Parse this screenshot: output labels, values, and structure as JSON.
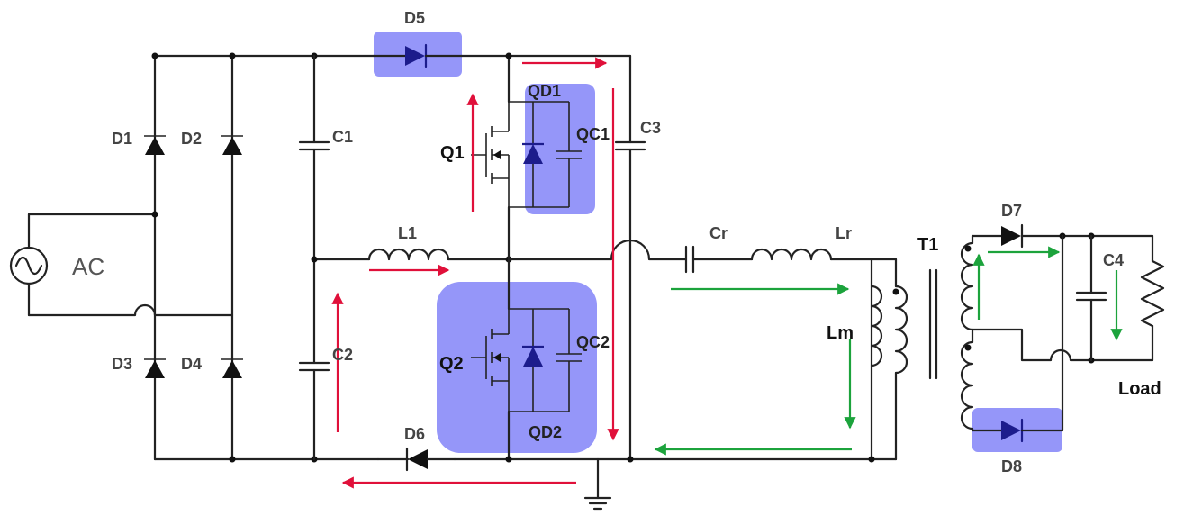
{
  "labels": {
    "ac": "AC",
    "d1": "D1",
    "d2": "D2",
    "d3": "D3",
    "d4": "D4",
    "d5": "D5",
    "d6": "D6",
    "d7": "D7",
    "d8": "D8",
    "c1": "C1",
    "c2": "C2",
    "c3": "C3",
    "c4": "C4",
    "q1": "Q1",
    "q2": "Q2",
    "qd1": "QD1",
    "qd2": "QD2",
    "qc1": "QC1",
    "qc2": "QC2",
    "l1": "L1",
    "cr": "Cr",
    "lr": "Lr",
    "lm": "Lm",
    "t1": "T1",
    "load": "Load"
  },
  "colors": {
    "highlight": "#7b7cf7",
    "primary_current": "#e0103a",
    "secondary_current": "#1ca33c",
    "wire": "#222222"
  }
}
